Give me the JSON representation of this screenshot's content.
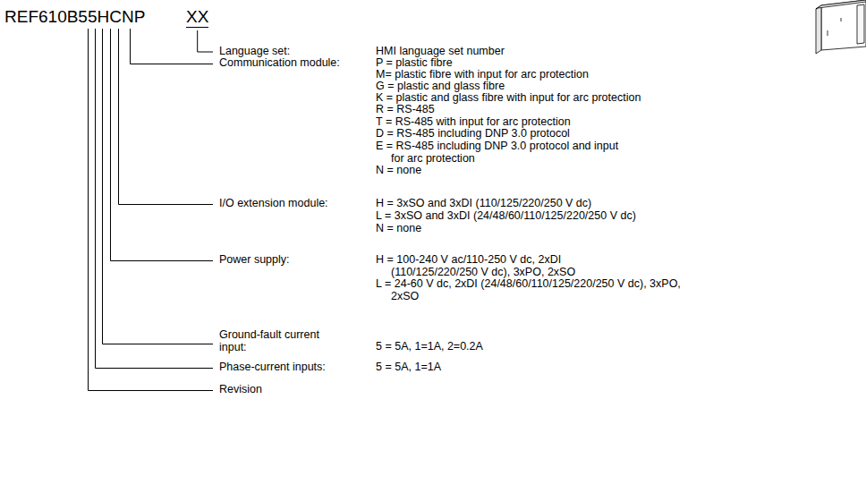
{
  "diagram": {
    "labels": [
      "REF610B55HCNP",
      "XX",
      "Language set:",
      "HMI language set number",
      "Communication module:",
      "P = plastic fibre",
      "M= plastic fibre with input for arc protection",
      "G = plastic and glass fibre",
      "K = plastic and glass fibre with input for arc protection",
      "R = RS-485",
      "T = RS-485 with input for arc protection",
      "D = RS-485 including DNP 3.0 protocol",
      "E = RS-485 including DNP 3.0 protocol and input for arc protection",
      "N = none",
      "I/O extension module:",
      "H = 3xSO and 3xDI (110/125/220/250 V dc)",
      "L = 3xSO and 3xDI (24/48/60/110/125/220/250 V dc)",
      "N = none",
      "Power supply:",
      "H = 100-240 V ac/110-250 V dc, 2xDI (110/125/220/250 V dc), 3xPO, 2xSO",
      "L = 24-60 V dc, 2xDI (24/48/60/110/125/220/250 V dc), 3xPO, 2xSO",
      "Ground-fault current input:",
      "5 = 5A, 1=1A, 2=0.2A",
      "Phase-current inputs:",
      "5 = 5A, 1=1A",
      "Revision"
    ]
  }
}
